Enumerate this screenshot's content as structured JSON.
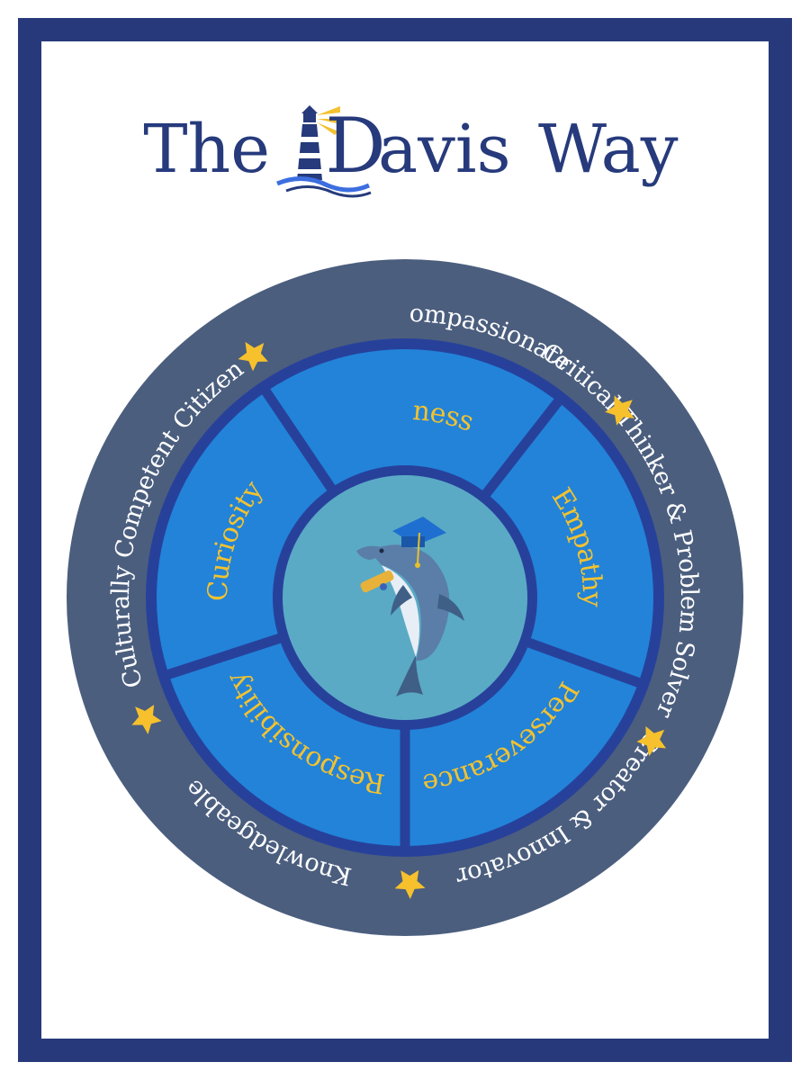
{
  "title": {
    "word_the": "The",
    "word_davis_rest": "avis",
    "word_way": "Way",
    "logo_letter": "D",
    "logo_icon": "lighthouse-icon"
  },
  "colors": {
    "frame": "#27397a",
    "title_text": "#263a7c",
    "outer_ring": "#4b5e7e",
    "inner_ring_border": "#27419b",
    "segment_fill": "#2283d9",
    "center_fill": "#5aaac5",
    "value_text": "#f2c230",
    "trait_text": "#ffffff",
    "star": "#f6c12c"
  },
  "outer_traits": [
    "Reflective & Compassionate",
    "Critical Thinker & Problem Solver",
    "Creator & Innovator",
    "Knowledgeable",
    "Culturally Competent Citizen"
  ],
  "values": [
    "Kindness",
    "Empathy",
    "Perseverance",
    "Responsibility",
    "Curiosity"
  ],
  "center_icon": "graduate-dolphin-icon",
  "separator_icon": "star-icon"
}
